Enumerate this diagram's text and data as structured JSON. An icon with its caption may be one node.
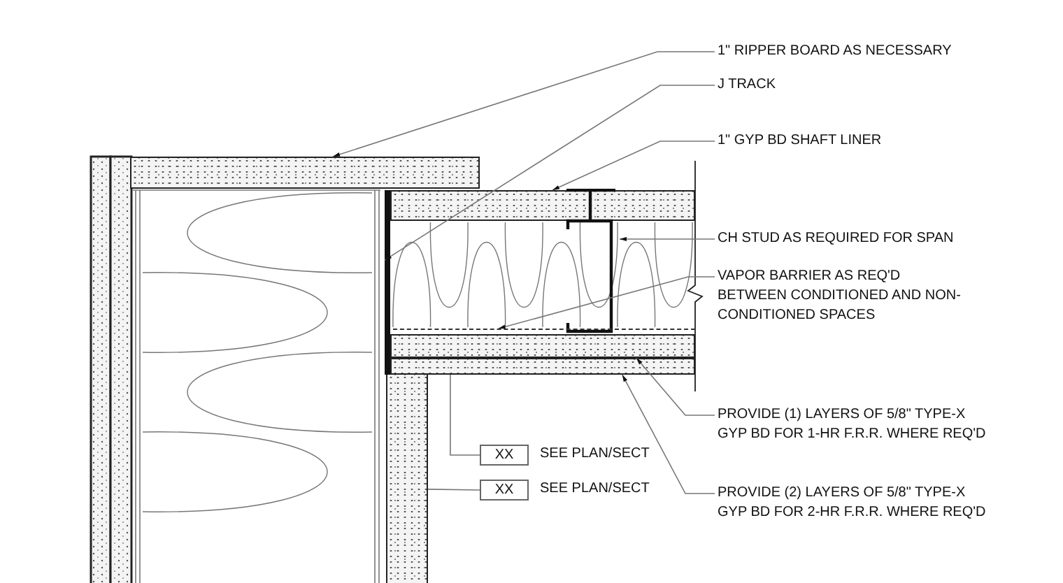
{
  "diagram": {
    "nodes": [
      {
        "text": [
          "1\" RIPPER BOARD AS NECESSARY"
        ]
      },
      {
        "text": [
          "J TRACK"
        ]
      },
      {
        "text": [
          "1\" GYP BD SHAFT LINER"
        ]
      },
      {
        "text": [
          "CH STUD AS REQUIRED FOR SPAN"
        ]
      },
      {
        "text": [
          "VAPOR BARRIER AS REQ'D BETWEEN CONDITIONED AND NON-CONDITIONED SPACES"
        ]
      },
      {
        "text": [
          "XX"
        ],
        "beside": [
          "SEE PLAN/SECT"
        ]
      },
      {
        "text": [
          "XX"
        ],
        "beside": [
          "SEE PLAN/SECT"
        ]
      },
      {
        "text": [
          "PROVIDE (1) LAYERS OF 5/8\" TYPE-X GYP BD FOR 1-HR F.R.R. WHERE REQ'D"
        ]
      },
      {
        "text": [
          "PROVIDE (2) LAYERS OF 5/8\" TYPE-X GYP BD FOR 2-HR F.R.R. WHERE REQ'D"
        ]
      },
      {
        "text": [],
        "shape": "bar"
      },
      {
        "text": [],
        "shape": "bar"
      },
      {
        "text": [],
        "shape": "bar"
      },
      {
        "text": [],
        "shape": "bar"
      },
      {
        "text": [],
        "shape": "bar"
      },
      {
        "text": [],
        "shape": "bar"
      },
      {
        "text": [],
        "shape": "bar"
      },
      {
        "text": [],
        "shape": "bar"
      }
    ],
    "edges": [
      {
        "from": 0,
        "to": 9,
        "arrow": "to"
      },
      {
        "from": 1,
        "to": 10,
        "arrow": "to"
      },
      {
        "from": 2,
        "to": 11,
        "arrow": "to"
      },
      {
        "from": 3,
        "to": 12,
        "arrow": "to"
      },
      {
        "from": 4,
        "to": 13,
        "arrow": "to"
      },
      {
        "from": 5,
        "to": 15,
        "arrow": "none"
      },
      {
        "from": 6,
        "to": 16,
        "arrow": "none"
      },
      {
        "from": 7,
        "to": 14,
        "arrow": "to"
      },
      {
        "from": 8,
        "to": 15,
        "arrow": "to"
      }
    ]
  }
}
